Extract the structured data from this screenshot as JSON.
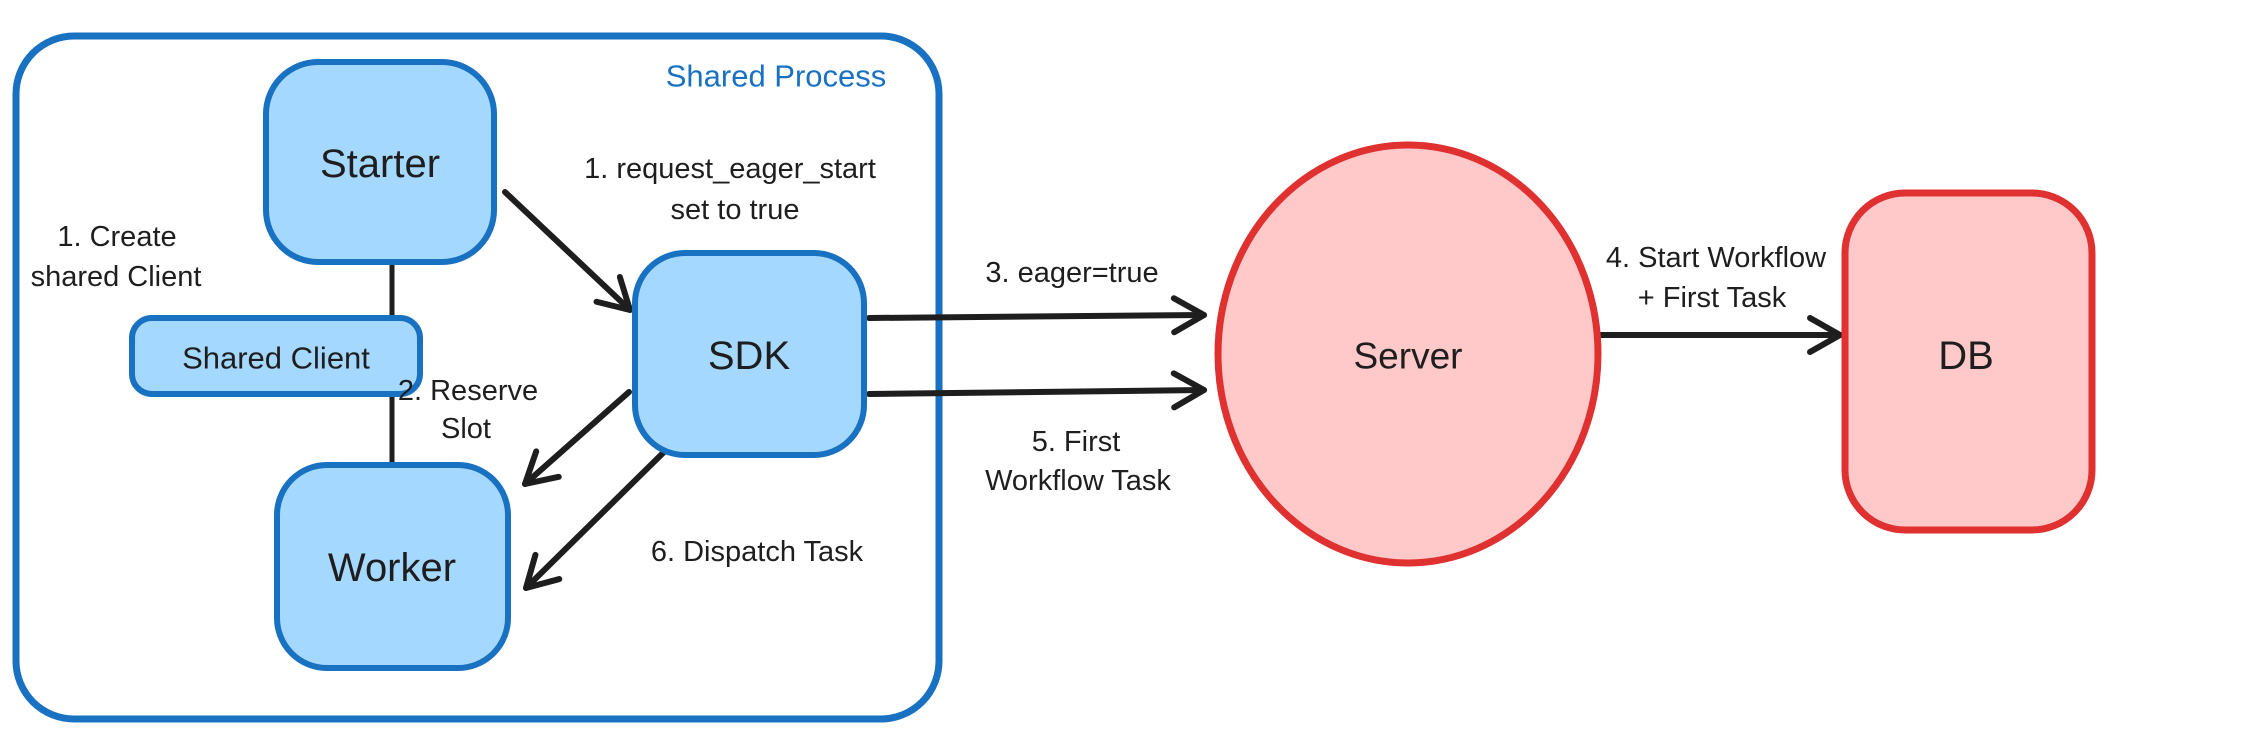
{
  "diagram": {
    "container": {
      "label": "Shared Process"
    },
    "nodes": {
      "starter": {
        "label": "Starter"
      },
      "shared_client": {
        "label": "Shared Client"
      },
      "worker": {
        "label": "Worker"
      },
      "sdk": {
        "label": "SDK"
      },
      "server": {
        "label": "Server"
      },
      "db": {
        "label": "DB"
      }
    },
    "annotations": {
      "create_client": {
        "line1": "1. Create",
        "line2": "shared Client"
      },
      "request_eager_start": {
        "line1": "1. request_eager_start",
        "line2": "set to true"
      },
      "reserve_slot": {
        "line1": "2. Reserve",
        "line2": "Slot"
      },
      "eager_true": {
        "line1": "3. eager=true"
      },
      "start_workflow": {
        "line1": "4. Start Workflow",
        "line2": "+ First Task"
      },
      "first_workflow_task": {
        "line1": "5. First",
        "line2": "Workflow Task"
      },
      "dispatch_task": {
        "line1": "6. Dispatch Task"
      }
    },
    "colors": {
      "blue_stroke": "#1971c2",
      "blue_fill": "#a5d8ff",
      "red_stroke": "#e03131",
      "red_fill": "#ffc9c9",
      "text": "#1e1e1e",
      "background": "#ffffff"
    }
  }
}
